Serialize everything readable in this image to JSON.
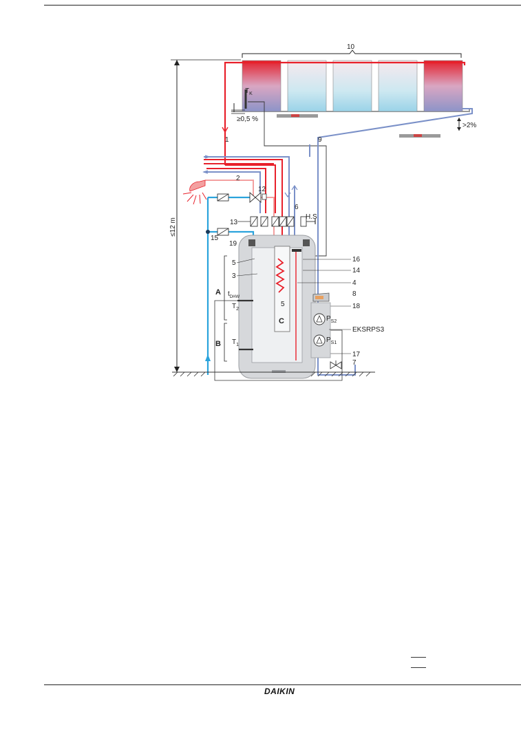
{
  "labels": {
    "n10": "10",
    "tk": "T",
    "tk_sub": "K",
    "slope_a": "≥0,5 %",
    "slope_b": ">2%",
    "n1": "1",
    "n9": "9",
    "n2": "2",
    "n12": "12",
    "n6": "6",
    "hs": "H.S",
    "n13": "13",
    "n19": "19",
    "n5": "5",
    "n3": "3",
    "n16": "16",
    "n14": "14",
    "n4": "4",
    "n8": "8",
    "n18": "18",
    "n15": "15",
    "n17": "17",
    "n7": "7",
    "A": "A",
    "B": "B",
    "C": "C",
    "tdhw": "t",
    "tdhw_sub": "DHW",
    "t2": "T",
    "t2_sub": "2",
    "t1": "T",
    "t1_sub": "1",
    "p2": "P",
    "p2_sub": "S2",
    "p1": "P",
    "p1_sub": "S1",
    "model": "EKSRPS3",
    "height": "≤12 m"
  },
  "footer": {
    "brand": "DAIKIN"
  },
  "colors": {
    "hot": "#e8202a",
    "cold": "#2aa3dc",
    "return": "#7a90c8",
    "light_hot": "#f3a0a0",
    "tank": "#d6d8db"
  }
}
